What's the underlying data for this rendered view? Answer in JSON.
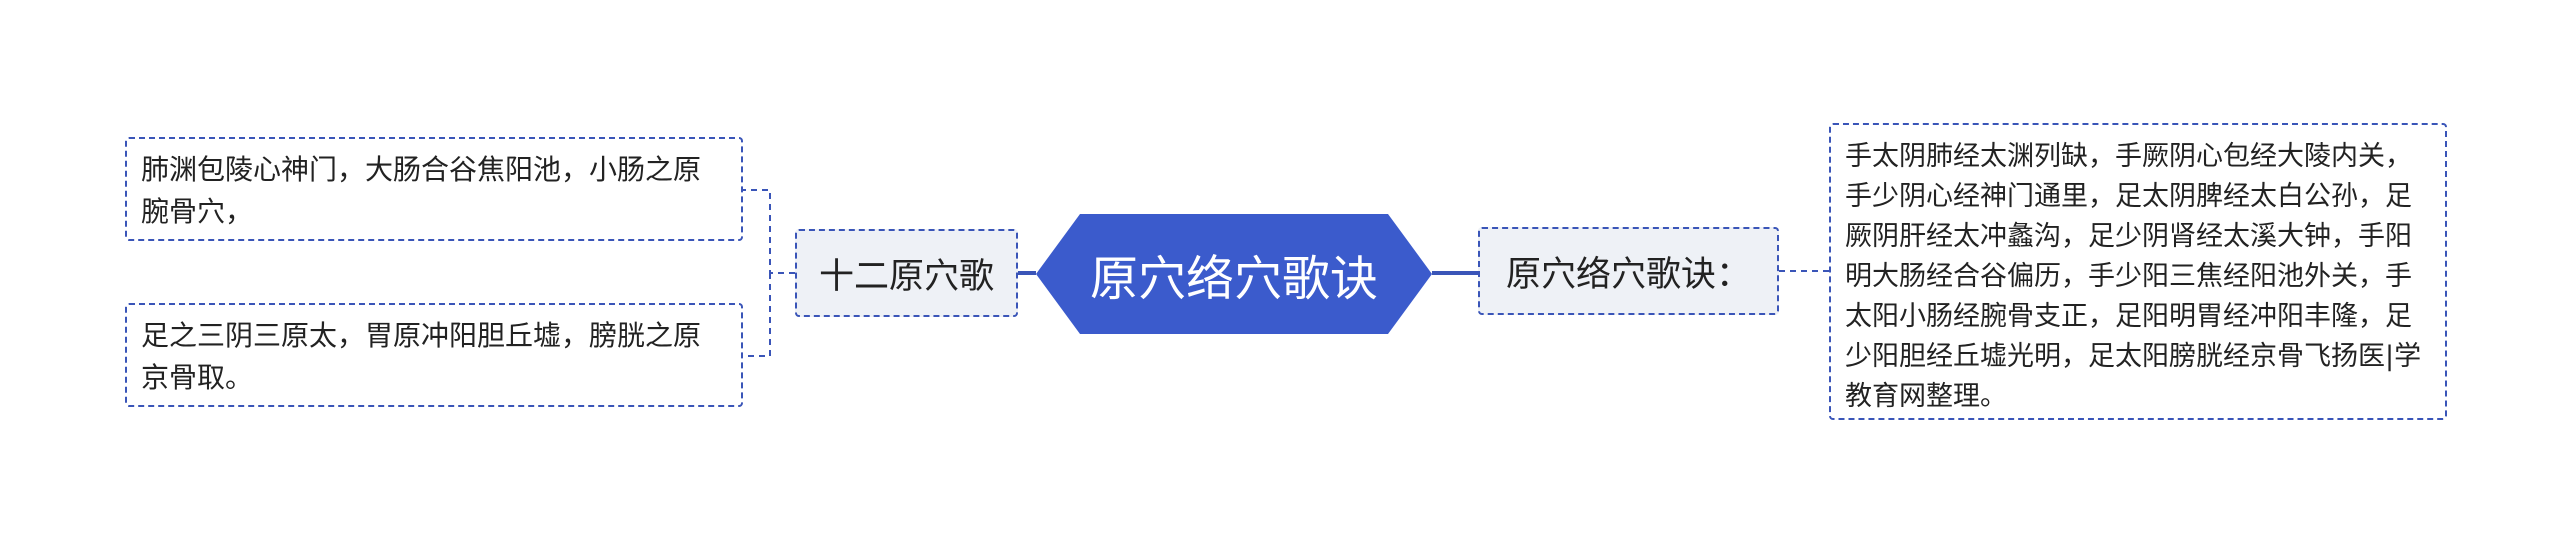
{
  "root": {
    "label": "原穴络穴歌诀",
    "fill_color": "#3b5bcc"
  },
  "left_branch": {
    "label": "十二原穴歌",
    "children": [
      "肺渊包陵心神门，大肠合谷焦阳池，小肠之原腕骨穴，",
      "足之三阴三原太，胃原冲阳胆丘墟，膀胱之原京骨取。"
    ]
  },
  "right_branch": {
    "label": "原穴络穴歌诀：",
    "children": [
      "手太阴肺经太渊列缺，手厥阴心包经大陵内关，手少阴心经神门通里，足太阴脾经太白公孙，足厥阴肝经太冲蠡沟，足少阴肾经太溪大钟，手阳明大肠经合谷偏历，手少阳三焦经阳池外关，手太阳小肠经腕骨支正，足阳明胃经冲阳丰隆，足少阳胆经丘墟光明，足太阳膀胱经京骨飞扬医|学教育网整理。"
    ]
  },
  "colors": {
    "connector": "#3a55b8",
    "node_border": "#3a55b8",
    "branch_fill": "#eef1f6",
    "leaf_fill": "#ffffff",
    "text": "#222222"
  }
}
